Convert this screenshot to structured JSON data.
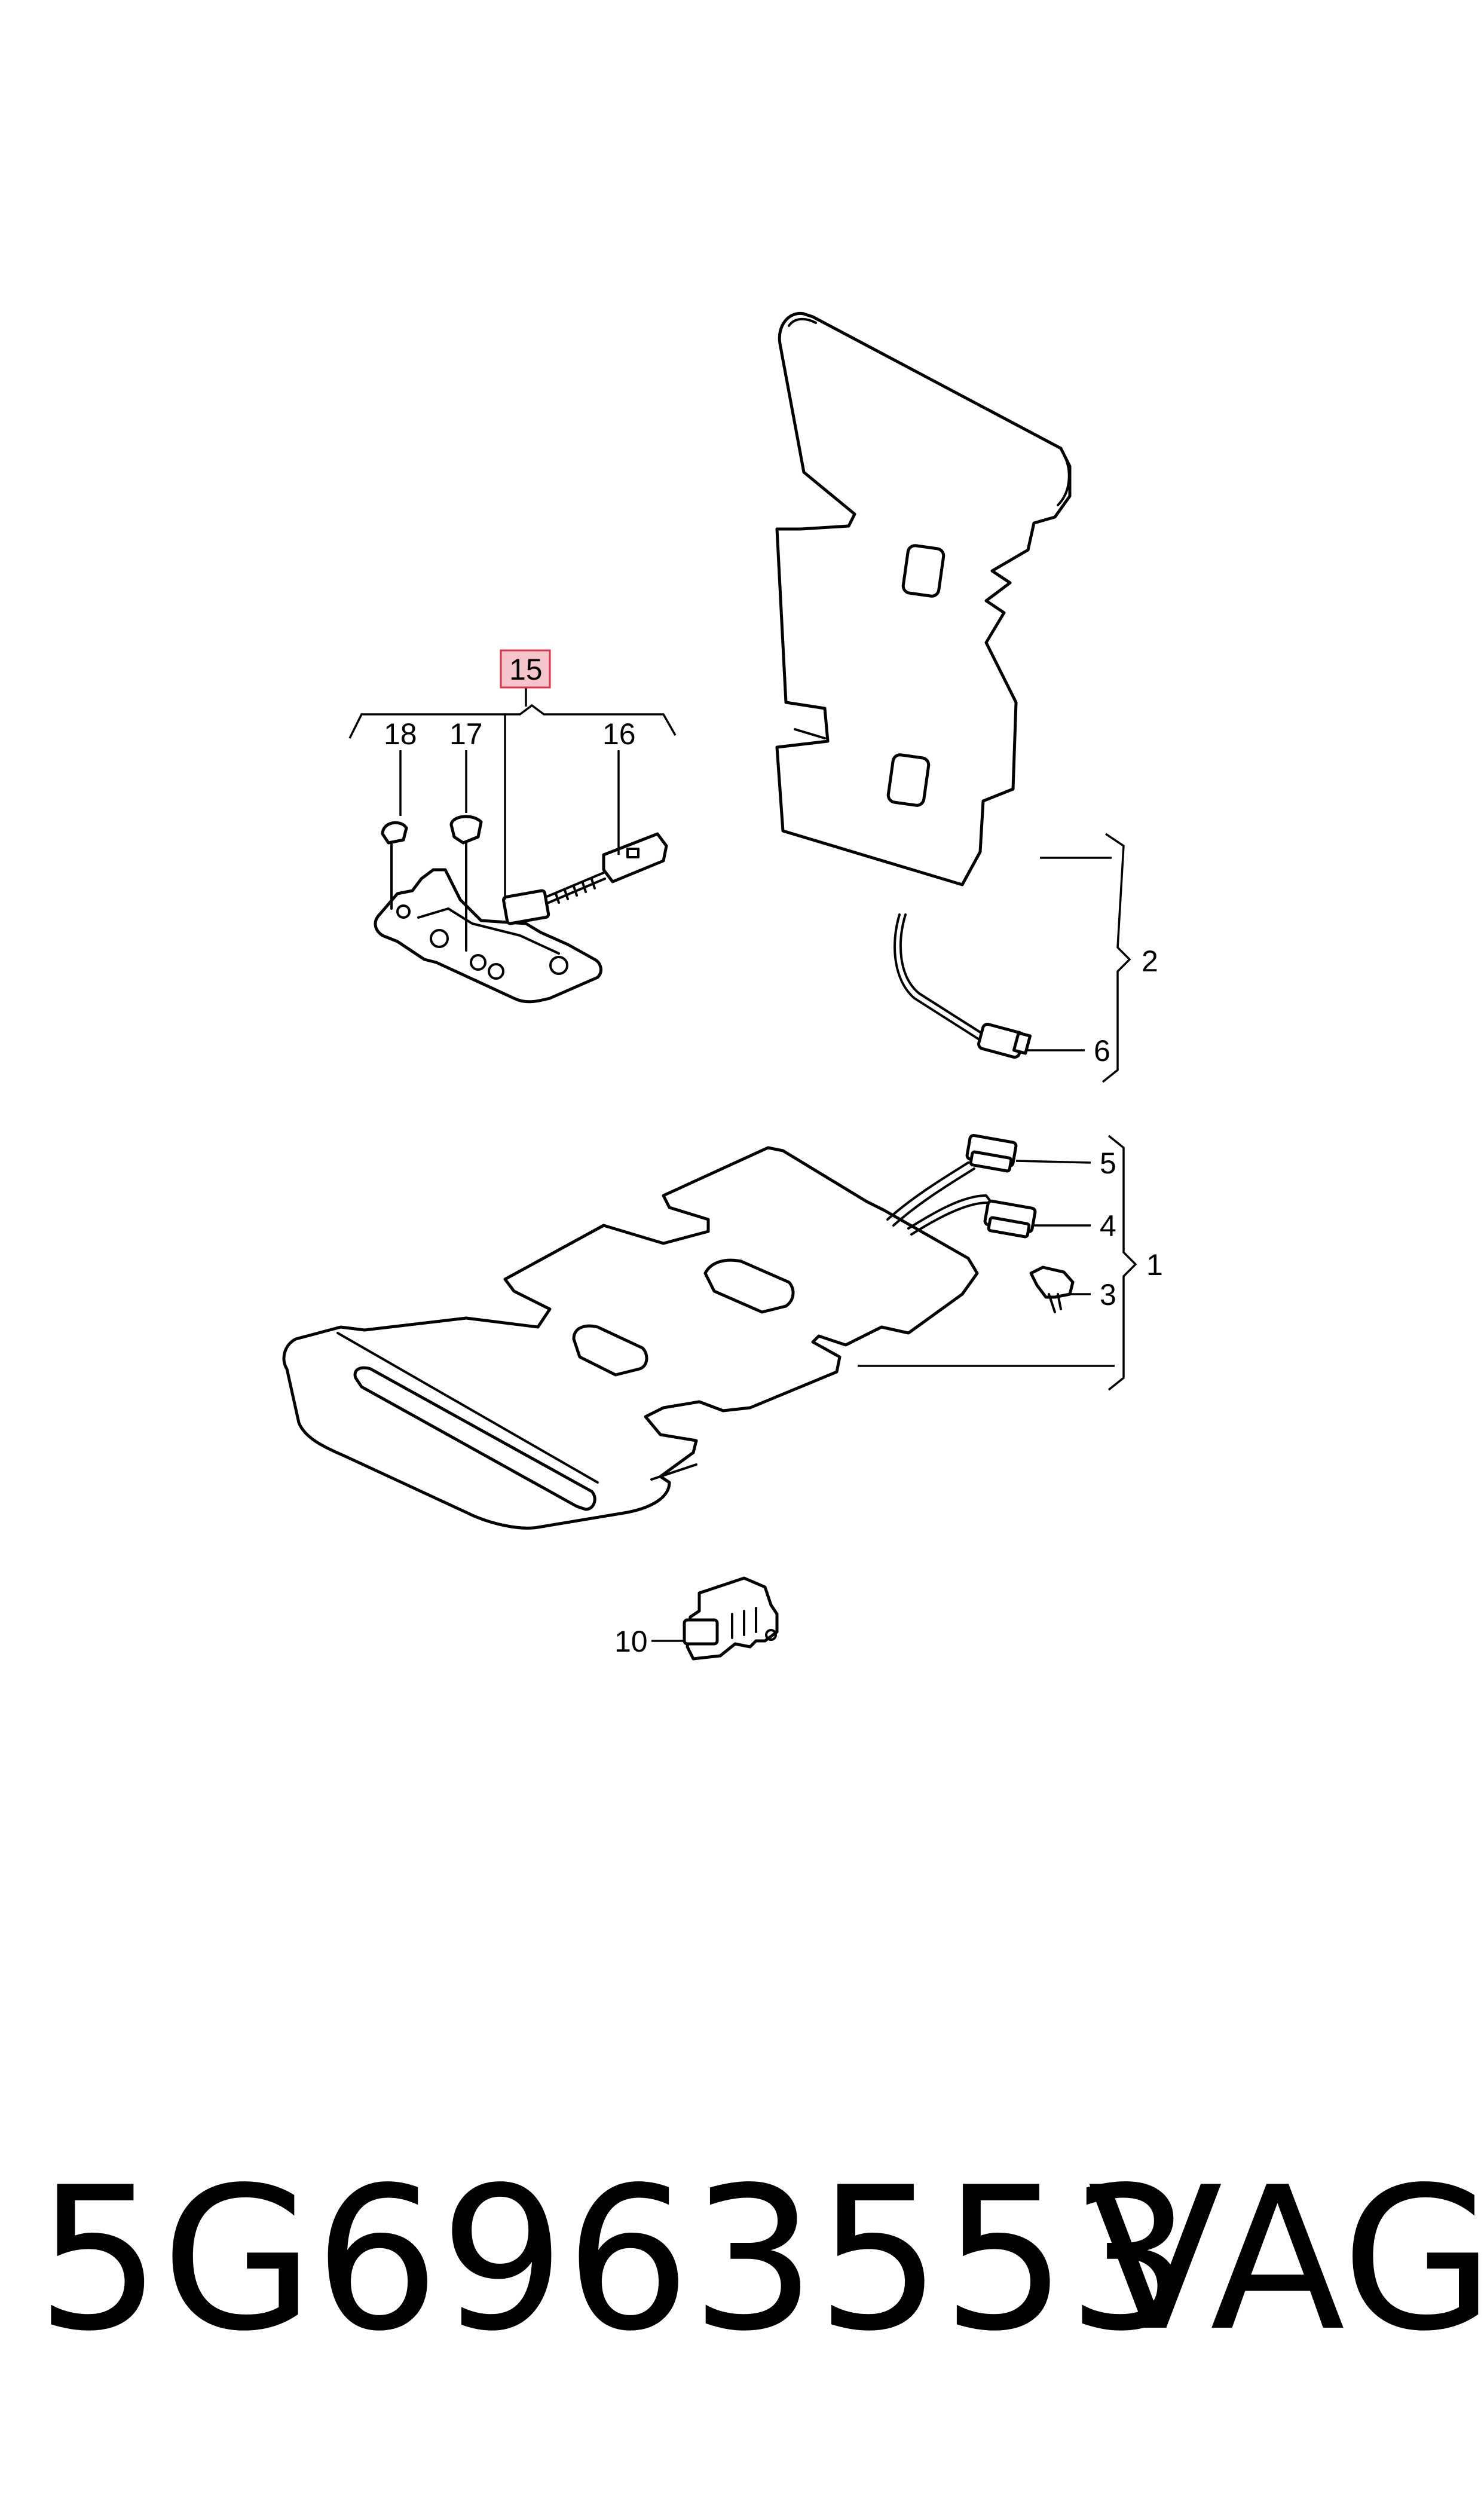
{
  "diagram": {
    "labels": {
      "l15": "15",
      "l18": "18",
      "l17": "17",
      "l16": "16",
      "l2": "2",
      "l6": "6",
      "l5": "5",
      "l4": "4",
      "l1": "1",
      "l3": "3",
      "l10": "10"
    },
    "highlight_color": "#f6c5cb",
    "highlight_border": "#d9334a"
  },
  "footer": {
    "part_number": "5G6963553",
    "brand": "VAG"
  }
}
